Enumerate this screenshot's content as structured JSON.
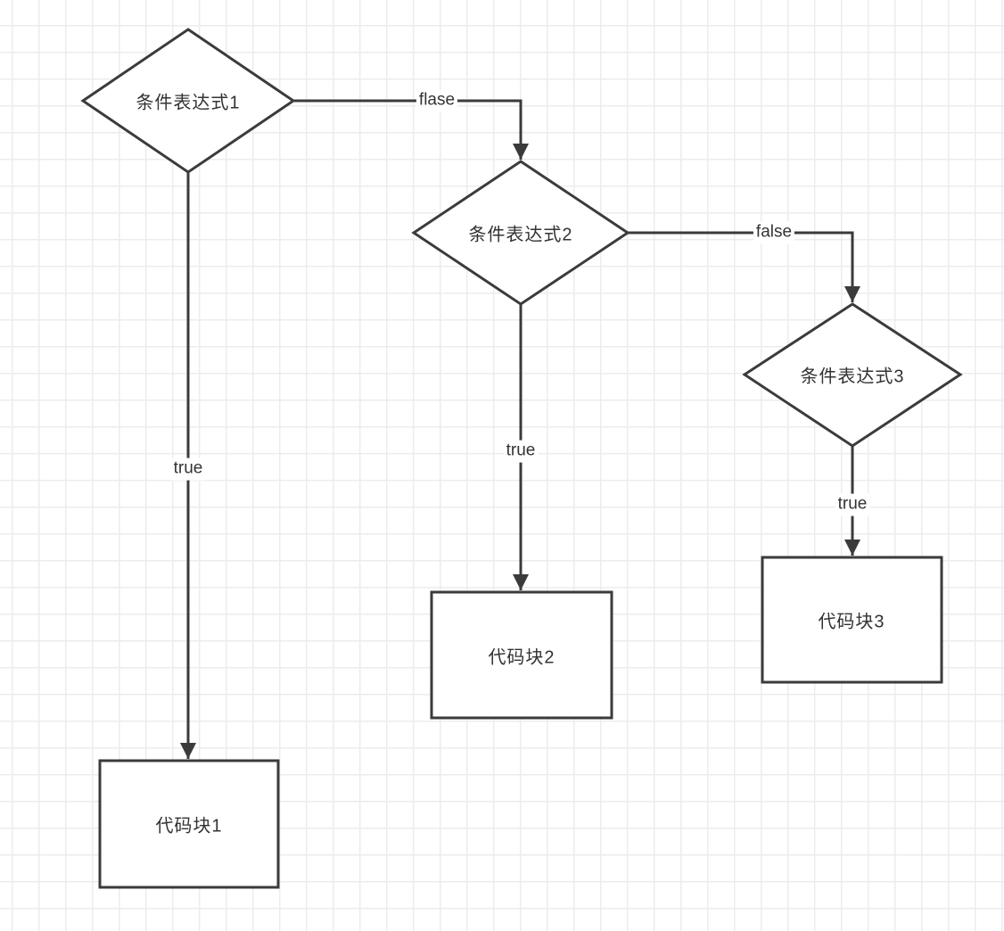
{
  "canvas": {
    "background_color": "#ffffff",
    "grid_color": "#ececec",
    "stroke_color": "#3b3b3b",
    "text_color": "#333333"
  },
  "nodes": {
    "decision1": {
      "type": "diamond",
      "label": "条件表达式1"
    },
    "decision2": {
      "type": "diamond",
      "label": "条件表达式2"
    },
    "decision3": {
      "type": "diamond",
      "label": "条件表达式3"
    },
    "block1": {
      "type": "rectangle",
      "label": "代码块1"
    },
    "block2": {
      "type": "rectangle",
      "label": "代码块2"
    },
    "block3": {
      "type": "rectangle",
      "label": "代码块3"
    }
  },
  "edges": {
    "decision1_false": {
      "label": "flase",
      "from": "decision1",
      "to": "decision2"
    },
    "decision2_false": {
      "label": "false",
      "from": "decision2",
      "to": "decision3"
    },
    "decision1_true": {
      "label": "true",
      "from": "decision1",
      "to": "block1"
    },
    "decision2_true": {
      "label": "true",
      "from": "decision2",
      "to": "block2"
    },
    "decision3_true": {
      "label": "true",
      "from": "decision3",
      "to": "block3"
    }
  }
}
